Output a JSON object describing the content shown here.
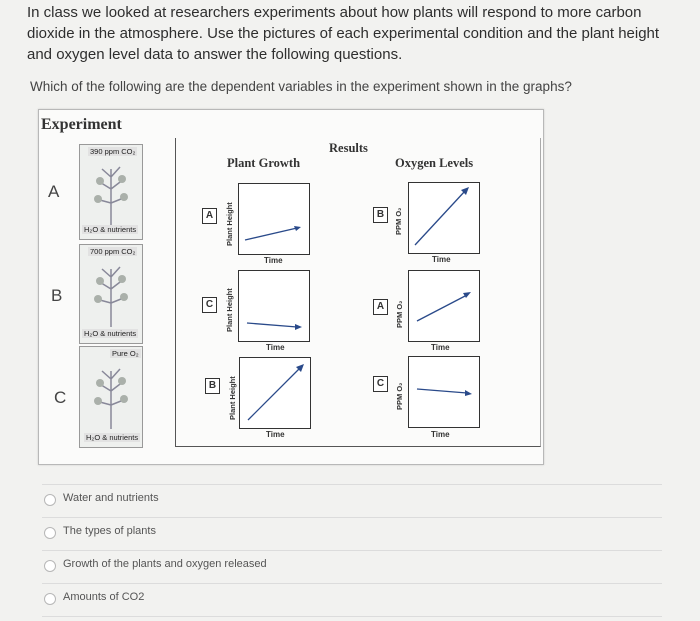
{
  "question": {
    "intro": "In class we looked at researchers experiments about how plants will respond to more carbon dioxide in the atmosphere. Use the pictures of each experimental condition and the plant height and oxygen level data to answer the following questions.",
    "prompt": "Which of the following are the dependent variables in the experiment shown in the graphs?"
  },
  "figure": {
    "experiment_title": "Experiment",
    "results_title": "Results",
    "plant_growth_title": "Plant Growth",
    "oxygen_title": "Oxygen Levels",
    "plant_height_axis": "Plant Height",
    "oxygen_axis": "PPM O₂",
    "time_label": "Time",
    "rows": [
      {
        "letter": "A",
        "top_label": "390 ppm CO₂",
        "bottom_label": "H₂O & nutrients",
        "growth_tag": "A",
        "growth_trend": "slight-increase",
        "oxygen_tag": "B",
        "oxygen_trend": "steep-increase"
      },
      {
        "letter": "B",
        "top_label": "700 ppm CO₂",
        "bottom_label": "H₂O & nutrients",
        "growth_tag": "C",
        "growth_trend": "flat",
        "oxygen_tag": "A",
        "oxygen_trend": "moderate-increase"
      },
      {
        "letter": "C",
        "top_label": "Pure O₂",
        "bottom_label": "H₂O & nutrients",
        "growth_tag": "B",
        "growth_trend": "steep-increase",
        "oxygen_tag": "C",
        "oxygen_trend": "flat"
      }
    ]
  },
  "options": [
    {
      "label": "Water and nutrients",
      "selected": false
    },
    {
      "label": "The types of plants",
      "selected": false
    },
    {
      "label": "Growth of the plants and oxygen released",
      "selected": false
    },
    {
      "label": "Amounts of CO2",
      "selected": false
    }
  ]
}
